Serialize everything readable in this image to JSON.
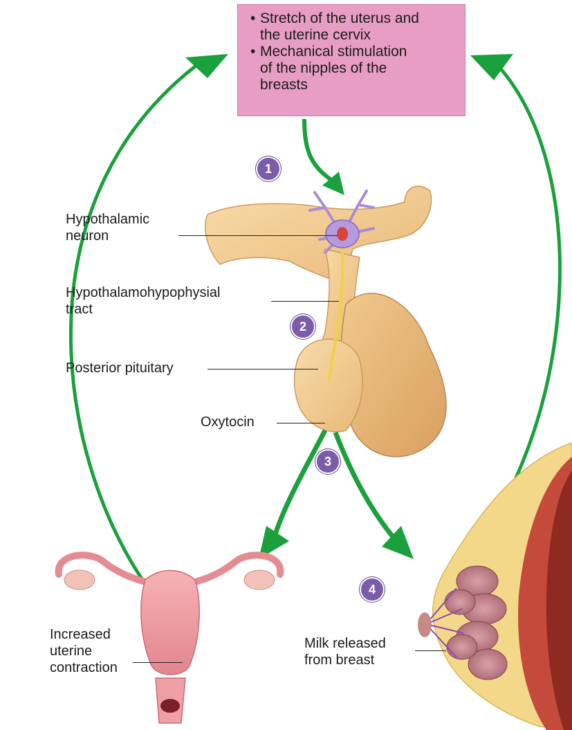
{
  "stimuli_box": {
    "bullet": "•",
    "items": [
      [
        "Stretch of the uterus and",
        "the uterine cervix"
      ],
      [
        "Mechanical stimulation",
        "of the nipples of the",
        "breasts"
      ]
    ]
  },
  "steps": [
    "1",
    "2",
    "3",
    "4"
  ],
  "labels": {
    "hypothalamic_neuron": [
      "Hypothalamic",
      "neuron"
    ],
    "tract": [
      "Hypothalamohypophysial",
      "tract"
    ],
    "posterior_pituitary": "Posterior pituitary",
    "oxytocin": "Oxytocin",
    "uterine": [
      "Increased",
      "uterine",
      "contraction"
    ],
    "milk": [
      "Milk released",
      "from breast"
    ]
  },
  "colors": {
    "stimulus_box": "#e89ec4",
    "arrow": "#1aa03c",
    "step_badge": "#7b5ca8",
    "gland": "#f3cf96",
    "uterus": "#f0a0a6",
    "neuron": "#a98bd6"
  }
}
